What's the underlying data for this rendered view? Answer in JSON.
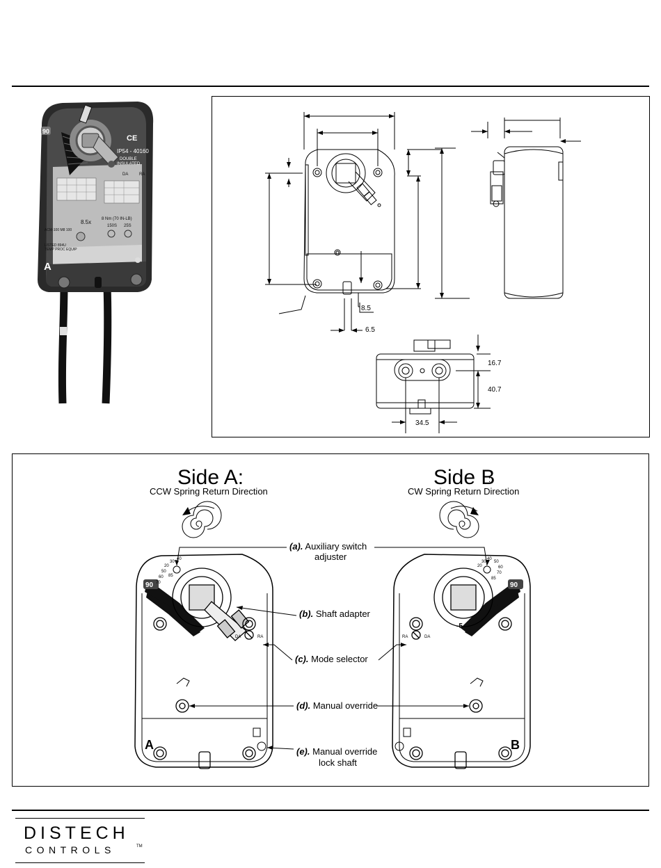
{
  "photo": {
    "side_letter": "A",
    "dial_90": "90",
    "ce": "CE",
    "ip": "IP54 - 40160",
    "double": "DOUBLE",
    "insulated": "INSULATED",
    "torque": "8 Nm (70 IN-LB)",
    "time1": "150S",
    "time2": "25S",
    "da": "DA",
    "ra": "RA",
    "listed": "LISTED 894U",
    "temp": "TEMP PROC EQUIP",
    "model": "ACM-100 M8 100",
    "zoom": "8.5x"
  },
  "dimensions": {
    "d1": "8.5",
    "d2": "6.5",
    "d3": "16.7",
    "d4": "40.7",
    "d5": "34.5"
  },
  "sideA": {
    "title": "Side A:",
    "subtitle": "CCW Spring Return Direction",
    "letter": "A",
    "dial": "90",
    "da": "DA",
    "ra": "RA",
    "scale_top": "40",
    "scale_30": "30",
    "scale_20": "20",
    "scale_50": "50",
    "scale_60": "60",
    "scale_70": "70",
    "scale_85": "85"
  },
  "sideB": {
    "title": "Side B",
    "title_colon": ":",
    "subtitle": "CW Spring Return Direction",
    "letter": "B",
    "dial": "90",
    "minus5": "-5",
    "ra": "RA",
    "da": "DA",
    "scale_top": "40",
    "scale_30": "30",
    "scale_20": "20",
    "scale_50": "50",
    "scale_60": "60",
    "scale_70": "70",
    "scale_85": "85"
  },
  "callouts": {
    "a_tag": "(a).",
    "a_text1": " Auxiliary switch",
    "a_text2": "adjuster",
    "b_tag": "(b).",
    "b_text": " Shaft adapter",
    "c_tag": "(c).",
    "c_text": " Mode selector",
    "d_tag": "(d).",
    "d_text": " Manual override",
    "e_tag": "(e).",
    "e_text1": " Manual override",
    "e_text2": "lock shaft"
  },
  "logo": {
    "line1": "DISTECH",
    "line2": "CONTROLS",
    "tm": "TM"
  }
}
